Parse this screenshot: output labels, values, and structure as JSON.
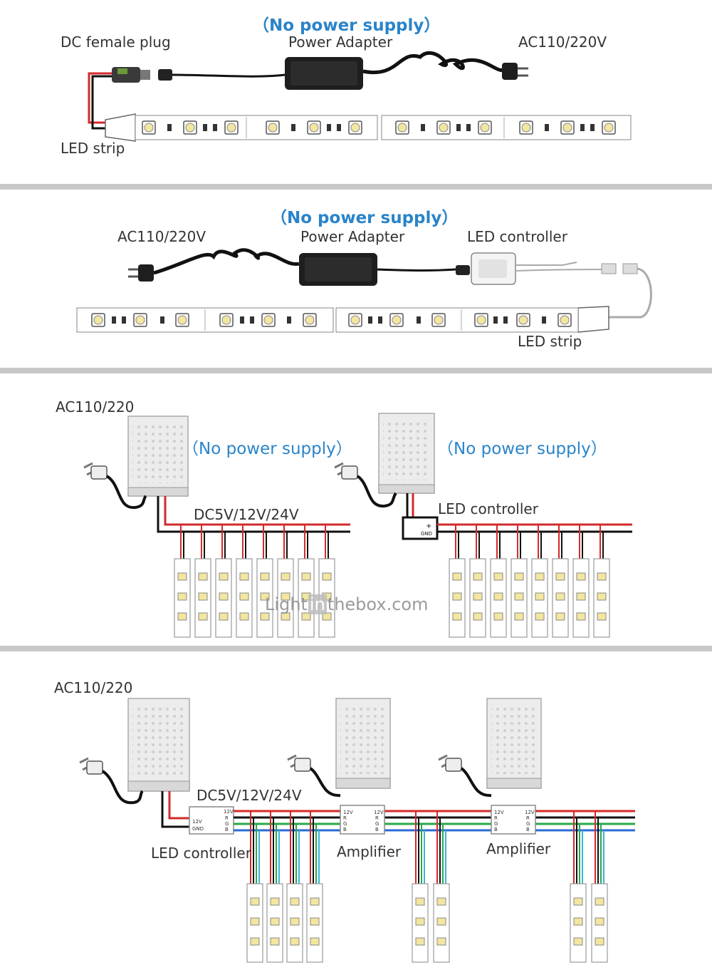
{
  "panel1": {
    "note": "（No power supply）",
    "label_plug": "DC female plug",
    "label_adapter": "Power Adapter",
    "label_ac": "AC110/220V",
    "label_strip": "LED strip"
  },
  "panel2": {
    "note": "（No power supply）",
    "label_ac": "AC110/220V",
    "label_adapter": "Power Adapter",
    "label_controller": "LED controller",
    "label_strip": "LED strip"
  },
  "panel3": {
    "label_ac": "AC110/220",
    "note_left": "（No power supply）",
    "note_right": "（No power supply）",
    "label_dc": "DC5V/12V/24V",
    "label_controller": "LED controller",
    "controller_plus": "+",
    "controller_gnd": "GND",
    "watermark_pre": "Light",
    "watermark_mid": "in",
    "watermark_post": "thebox.com"
  },
  "panel4": {
    "label_ac": "AC110/220",
    "label_dc": "DC5V/12V/24V",
    "label_controller": "LED controller",
    "label_amp1": "Amplifier",
    "label_amp2": "Amplifier",
    "controller_pins": [
      "12V",
      "R",
      "G",
      "B"
    ],
    "controller_in": [
      "12V",
      "GND"
    ],
    "amp_pins_in": [
      "12V",
      "R",
      "G",
      "B"
    ],
    "amp_pins_out": [
      "12V",
      "R",
      "G",
      "B"
    ]
  },
  "colors": {
    "divider": "#c8c8c8",
    "note": "#2a84c9",
    "wire_red": "#d42a2a",
    "wire_black": "#111111",
    "wire_green": "#2aa84a",
    "wire_blue": "#2a6ad4",
    "wire_cyan": "#3ab4d8",
    "led_yellow": "#f2e6a0"
  }
}
